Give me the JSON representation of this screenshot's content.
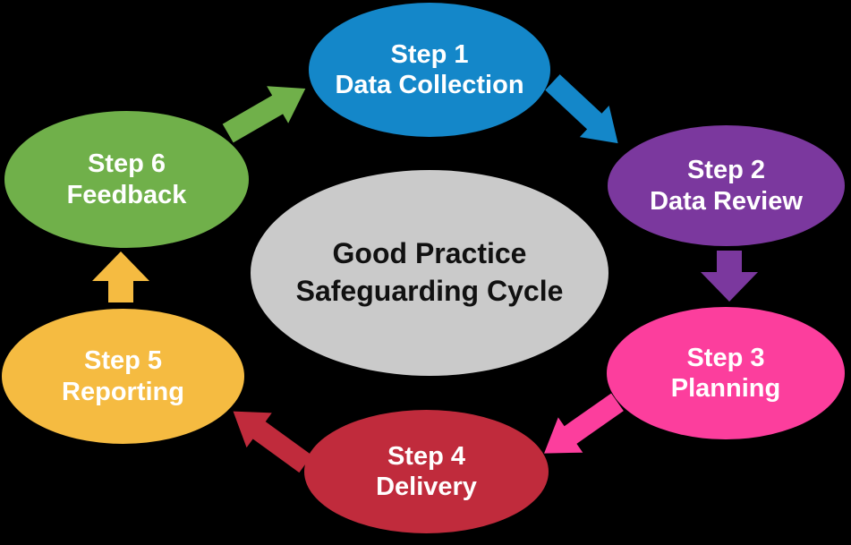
{
  "background_color": "#000000",
  "center": {
    "line1": "Good Practice",
    "line2": "Safeguarding Cycle",
    "fill": "#CACACA",
    "text_color": "#111111"
  },
  "steps": [
    {
      "line1": "Step 1",
      "line2": "Data Collection",
      "color": "#1487C9",
      "text_color": "#FFFFFF"
    },
    {
      "line1": "Step 2",
      "line2": "Data Review",
      "color": "#7B389E",
      "text_color": "#FFFFFF"
    },
    {
      "line1": "Step 3",
      "line2": "Planning",
      "color": "#FC3E9D",
      "text_color": "#FFFFFF"
    },
    {
      "line1": "Step 4",
      "line2": "Delivery",
      "color": "#C02B3C",
      "text_color": "#FFFFFF"
    },
    {
      "line1": "Step 5",
      "line2": "Reporting",
      "color": "#F5BB41",
      "text_color": "#FFFFFF"
    },
    {
      "line1": "Step 6",
      "line2": "Feedback",
      "color": "#70B04A",
      "text_color": "#FFFFFF"
    }
  ],
  "arrows": [
    {
      "name": "arrow-step6-to-step1",
      "direction": "up-right",
      "color": "#70B04A"
    },
    {
      "name": "arrow-step1-to-step2",
      "direction": "down-right",
      "color": "#1487C9"
    },
    {
      "name": "arrow-step2-to-step3",
      "direction": "down",
      "color": "#7B389E"
    },
    {
      "name": "arrow-step3-to-step4",
      "direction": "down-left",
      "color": "#FC3E9D"
    },
    {
      "name": "arrow-step4-to-step5",
      "direction": "up-left",
      "color": "#C02B3C"
    },
    {
      "name": "arrow-step5-to-step6",
      "direction": "up",
      "color": "#F5BB41"
    }
  ]
}
